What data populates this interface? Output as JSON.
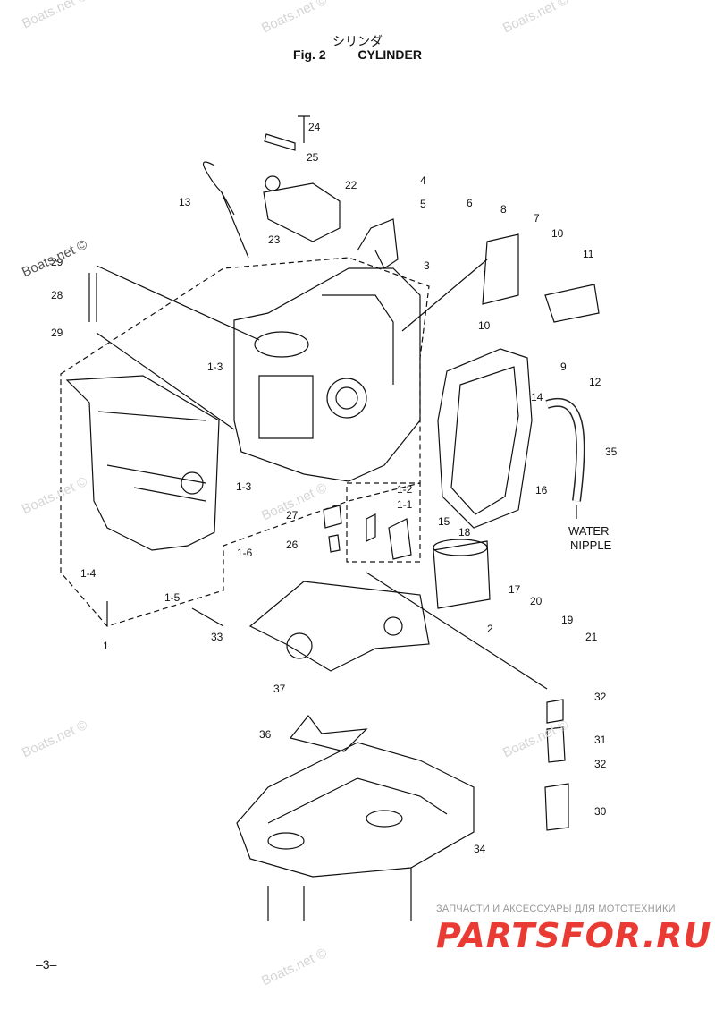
{
  "header": {
    "title_jp": "シリンダ",
    "fig_label": "Fig. 2",
    "title_en": "CYLINDER"
  },
  "water_label": [
    "WATER",
    "NIPPLE"
  ],
  "watermarks": [
    "Boats.net ©",
    "Boats.net ©",
    "Boats.net ©",
    "Boats.net ©",
    "Boats.net ©",
    "Boats.net ©",
    "Boats.net ©",
    "Boats.net ©",
    "Boats.net ©"
  ],
  "footer": {
    "note": "ЗАПЧАСТИ И АКСЕССУАРЫ ДЛЯ МОТОТЕХНИКИ",
    "brand": "PARTSFOR.RU",
    "page": "–3–"
  },
  "callouts": [
    "24",
    "25",
    "22",
    "4",
    "5",
    "13",
    "23",
    "3",
    "6",
    "8",
    "7",
    "10",
    "11",
    "29",
    "28",
    "29",
    "1-3",
    "10",
    "9",
    "12",
    "14",
    "35",
    "1-3",
    "1-2",
    "1-1",
    "27",
    "26",
    "16",
    "15",
    "18",
    "17",
    "20",
    "19",
    "21",
    "1-4",
    "1-6",
    "1-5",
    "1",
    "33",
    "2",
    "37",
    "32",
    "31",
    "32",
    "36",
    "30",
    "34"
  ],
  "colors": {
    "brand_red": "#e93a34",
    "ink": "#111111",
    "watermark": "#d6d6d6"
  }
}
